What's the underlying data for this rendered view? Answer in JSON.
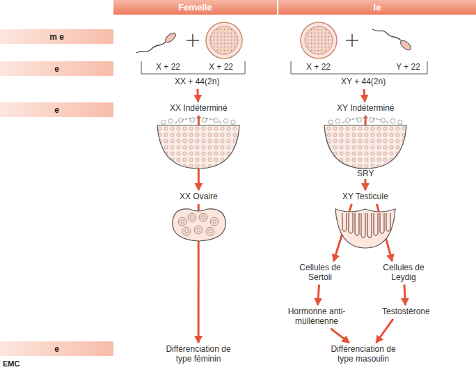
{
  "diagram": {
    "nodes": [
      {
        "text": [
          "Femelle"
        ]
      },
      {
        "text": [
          "le"
        ]
      },
      {
        "text": [
          "m e"
        ]
      },
      {
        "text": [
          "e"
        ]
      },
      {
        "text": [
          "XX + 44(2n)"
        ]
      },
      {
        "text": [
          "XY + 44(2n)"
        ]
      },
      {
        "text": [
          "e"
        ]
      },
      {
        "text": [
          "XX Indéterminé"
        ]
      },
      {
        "text": [
          "XY Indéterminé"
        ]
      },
      {
        "text": [
          "XX Ovaire"
        ]
      },
      {
        "text": [
          "XY Testicule"
        ]
      },
      {
        "text": [
          "Cellules de Sertoli"
        ]
      },
      {
        "text": [
          "Cellules de Leydig"
        ]
      },
      {
        "text": [
          "Hormonne anti-müllérienne"
        ]
      },
      {
        "text": [
          "Testostérone"
        ]
      },
      {
        "text": [
          "e"
        ]
      },
      {
        "text": [
          "Différenciation de type féminin"
        ]
      },
      {
        "text": [
          "Différenciation de type masoulin"
        ]
      }
    ],
    "edges": [
      {
        "from": 4,
        "to": 7,
        "arrow": "to"
      },
      {
        "from": 7,
        "to": 9,
        "arrow": "to"
      },
      {
        "from": 9,
        "to": 16,
        "arrow": "to"
      },
      {
        "from": 5,
        "to": 8,
        "arrow": "to"
      },
      {
        "from": 8,
        "to": 10,
        "label": "SRY",
        "arrow": "to"
      },
      {
        "from": 10,
        "to": 11,
        "arrow": "to"
      },
      {
        "from": 10,
        "to": 12,
        "arrow": "to"
      },
      {
        "from": 11,
        "to": 13,
        "arrow": "to"
      },
      {
        "from": 12,
        "to": 14,
        "arrow": "to"
      },
      {
        "from": 13,
        "to": 17,
        "arrow": "to"
      },
      {
        "from": 14,
        "to": 17,
        "arrow": "to"
      }
    ],
    "labels": [
      "X + 22",
      "X + 22",
      "X + 22",
      "Y + 22",
      "EMC"
    ]
  }
}
